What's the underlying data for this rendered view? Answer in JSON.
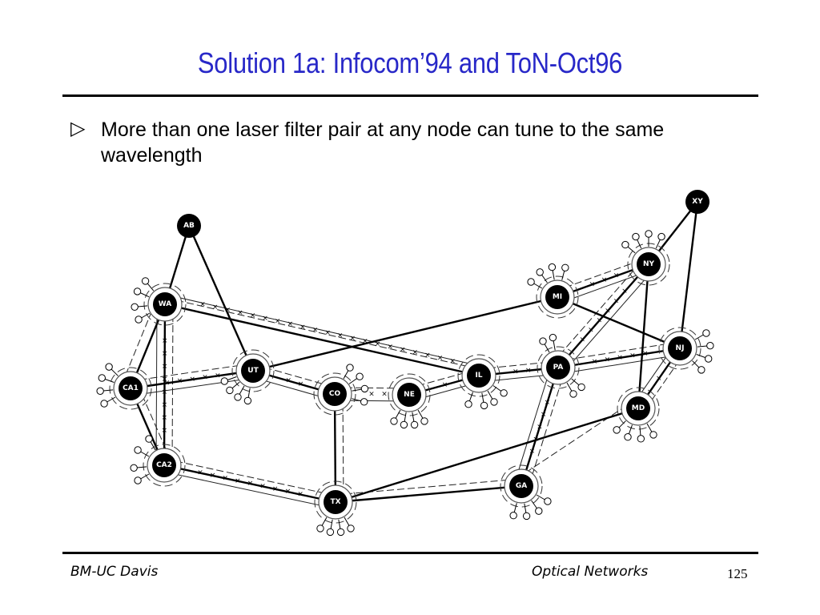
{
  "slide": {
    "title": "Solution 1a: Infocom’94 and ToN-Oct96",
    "bullet_glyph": "▷",
    "bullet_text": "More than one laser filter pair at any node can tune to the same wavelength"
  },
  "diagram": {
    "nodes": [
      {
        "id": "AB",
        "label": "AB"
      },
      {
        "id": "WA",
        "label": "WA"
      },
      {
        "id": "CA1",
        "label": "CA1"
      },
      {
        "id": "CA2",
        "label": "CA2"
      },
      {
        "id": "UT",
        "label": "UT"
      },
      {
        "id": "CO",
        "label": "CO"
      },
      {
        "id": "NE",
        "label": "NE"
      },
      {
        "id": "TX",
        "label": "TX"
      },
      {
        "id": "IL",
        "label": "IL"
      },
      {
        "id": "PA",
        "label": "PA"
      },
      {
        "id": "MI",
        "label": "MI"
      },
      {
        "id": "NY",
        "label": "NY"
      },
      {
        "id": "XY",
        "label": "XY"
      },
      {
        "id": "NJ",
        "label": "NJ"
      },
      {
        "id": "MD",
        "label": "MD"
      },
      {
        "id": "GA",
        "label": "GA"
      }
    ],
    "links": [
      [
        "AB",
        "WA"
      ],
      [
        "AB",
        "UT"
      ],
      [
        "WA",
        "CA1"
      ],
      [
        "WA",
        "CA2"
      ],
      [
        "WA",
        "IL"
      ],
      [
        "CA1",
        "CA2"
      ],
      [
        "CA1",
        "UT"
      ],
      [
        "CA2",
        "TX"
      ],
      [
        "UT",
        "MI"
      ],
      [
        "UT",
        "CO"
      ],
      [
        "CO",
        "TX"
      ],
      [
        "NE",
        "IL"
      ],
      [
        "IL",
        "PA"
      ],
      [
        "TX",
        "GA"
      ],
      [
        "TX",
        "MD"
      ],
      [
        "MI",
        "NY"
      ],
      [
        "MI",
        "NJ"
      ],
      [
        "NY",
        "XY"
      ],
      [
        "NY",
        "PA"
      ],
      [
        "NY",
        "MD"
      ],
      [
        "XY",
        "NJ"
      ],
      [
        "PA",
        "NJ"
      ],
      [
        "PA",
        "GA"
      ],
      [
        "NJ",
        "MD"
      ]
    ]
  },
  "footer": {
    "left": "BM-UC Davis",
    "center": "Optical Networks",
    "page": "125"
  }
}
